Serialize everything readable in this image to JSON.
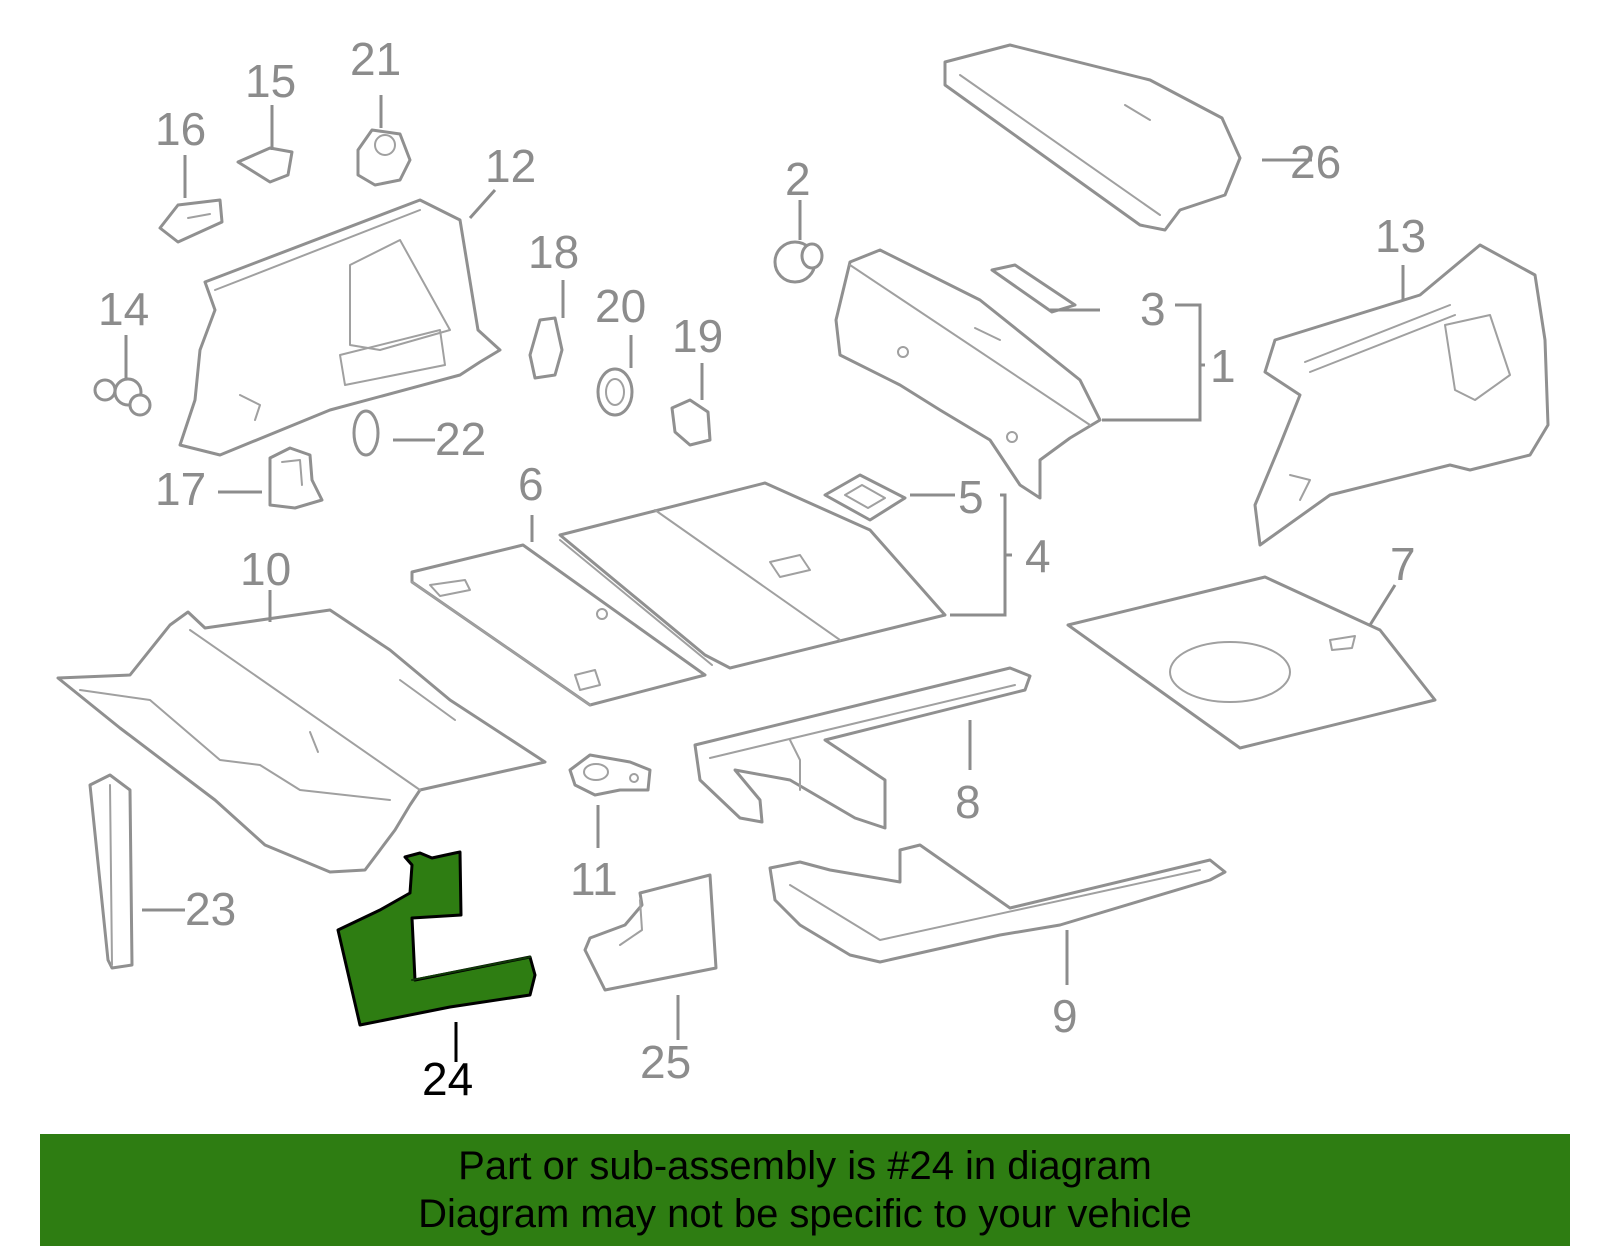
{
  "highlight_color": "#2e7d12",
  "highlighted_part": "24",
  "callouts": [
    {
      "id": "1",
      "label": "1"
    },
    {
      "id": "2",
      "label": "2"
    },
    {
      "id": "3",
      "label": "3"
    },
    {
      "id": "4",
      "label": "4"
    },
    {
      "id": "5",
      "label": "5"
    },
    {
      "id": "6",
      "label": "6"
    },
    {
      "id": "7",
      "label": "7"
    },
    {
      "id": "8",
      "label": "8"
    },
    {
      "id": "9",
      "label": "9"
    },
    {
      "id": "10",
      "label": "10"
    },
    {
      "id": "11",
      "label": "11"
    },
    {
      "id": "12",
      "label": "12"
    },
    {
      "id": "13",
      "label": "13"
    },
    {
      "id": "14",
      "label": "14"
    },
    {
      "id": "15",
      "label": "15"
    },
    {
      "id": "16",
      "label": "16"
    },
    {
      "id": "17",
      "label": "17"
    },
    {
      "id": "18",
      "label": "18"
    },
    {
      "id": "19",
      "label": "19"
    },
    {
      "id": "20",
      "label": "20"
    },
    {
      "id": "21",
      "label": "21"
    },
    {
      "id": "22",
      "label": "22"
    },
    {
      "id": "23",
      "label": "23"
    },
    {
      "id": "24",
      "label": "24"
    },
    {
      "id": "25",
      "label": "25"
    },
    {
      "id": "26",
      "label": "26"
    }
  ],
  "caption": {
    "line1": "Part or sub-assembly is #24 in diagram",
    "line2": "Diagram may not be specific to your vehicle"
  }
}
